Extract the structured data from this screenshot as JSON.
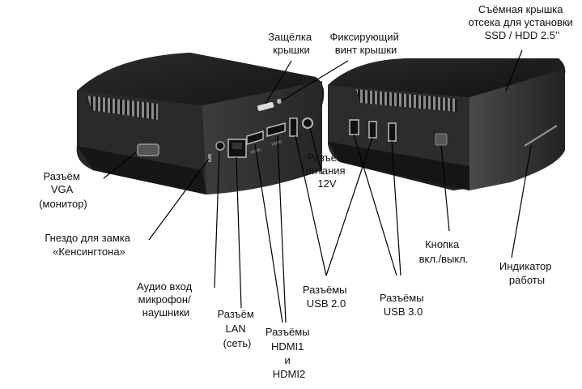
{
  "labels": {
    "latch": [
      "Защёлка",
      "крышки"
    ],
    "screw": [
      "Фиксирующий",
      "винт крышки"
    ],
    "cover": [
      "Съёмная крышка",
      "отсека для установки",
      "SSD / HDD 2.5’’"
    ],
    "vga": [
      "Разъём",
      "VGA",
      "(монитор)"
    ],
    "kensington": [
      "Гнездо для замка",
      "«Кенсингтона»"
    ],
    "power": [
      "Разъём",
      "питания",
      "12V"
    ],
    "audio": [
      "Аудио вход",
      "микрофон/",
      "наушники"
    ],
    "lan": [
      "Разъём",
      "LAN",
      "(сеть)"
    ],
    "hdmi": [
      "Разъёмы",
      "HDMI1",
      "и",
      "HDMI2"
    ],
    "usb2": [
      "Разъёмы",
      "USB 2.0"
    ],
    "usb3": [
      "Разъёмы",
      "USB 3.0"
    ],
    "button": [
      "Кнопка",
      "вкл./выкл."
    ],
    "indicator": [
      "Индикатор",
      "работы"
    ]
  },
  "port_marks": {
    "hdmi": "HDMI"
  },
  "colors": {
    "body": "#1e1e1e",
    "side": "#3a3a3a",
    "line": "#000000",
    "text": "#111111"
  }
}
